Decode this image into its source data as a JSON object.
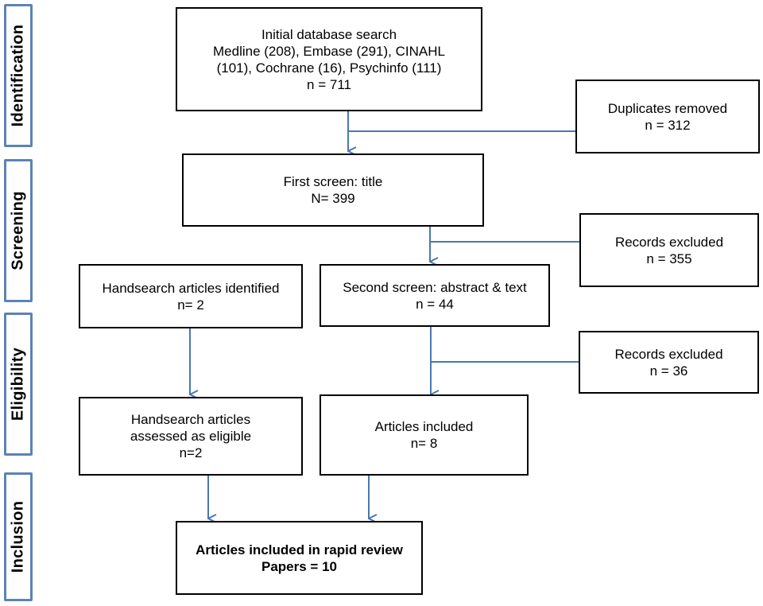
{
  "phases": [
    {
      "id": "identification",
      "label": "Identification"
    },
    {
      "id": "screening",
      "label": "Screening"
    },
    {
      "id": "eligibility",
      "label": "Eligibility"
    },
    {
      "id": "inclusion",
      "label": "Inclusion"
    }
  ],
  "boxes": {
    "initial_search": {
      "lines": [
        "Initial database search",
        "Medline (208), Embase (291), CINAHL",
        "(101), Cochrane (16), Psychinfo (111)",
        "n = 711"
      ]
    },
    "duplicates_removed": {
      "lines": [
        "Duplicates removed",
        "n = 312"
      ]
    },
    "first_screen": {
      "lines": [
        "First screen: title",
        "N= 399"
      ]
    },
    "records_excluded_1": {
      "lines": [
        "Records excluded",
        "n =  355"
      ]
    },
    "handsearch_identified": {
      "lines": [
        "Handsearch articles identified",
        "n= 2"
      ]
    },
    "second_screen": {
      "lines": [
        "Second screen: abstract & text",
        "n =  44"
      ]
    },
    "records_excluded_2": {
      "lines": [
        "Records excluded",
        "n = 36"
      ]
    },
    "handsearch_eligible": {
      "lines": [
        "Handsearch articles",
        "assessed as eligible",
        "n=2"
      ]
    },
    "articles_included": {
      "lines": [
        "Articles included",
        "n= 8"
      ]
    },
    "rapid_review": {
      "lines": [
        "Articles included in rapid review",
        "Papers = 10"
      ]
    }
  },
  "colors": {
    "arrow": "#4a78b0",
    "phase_border": "#5b83b5",
    "box_border": "#000000"
  }
}
